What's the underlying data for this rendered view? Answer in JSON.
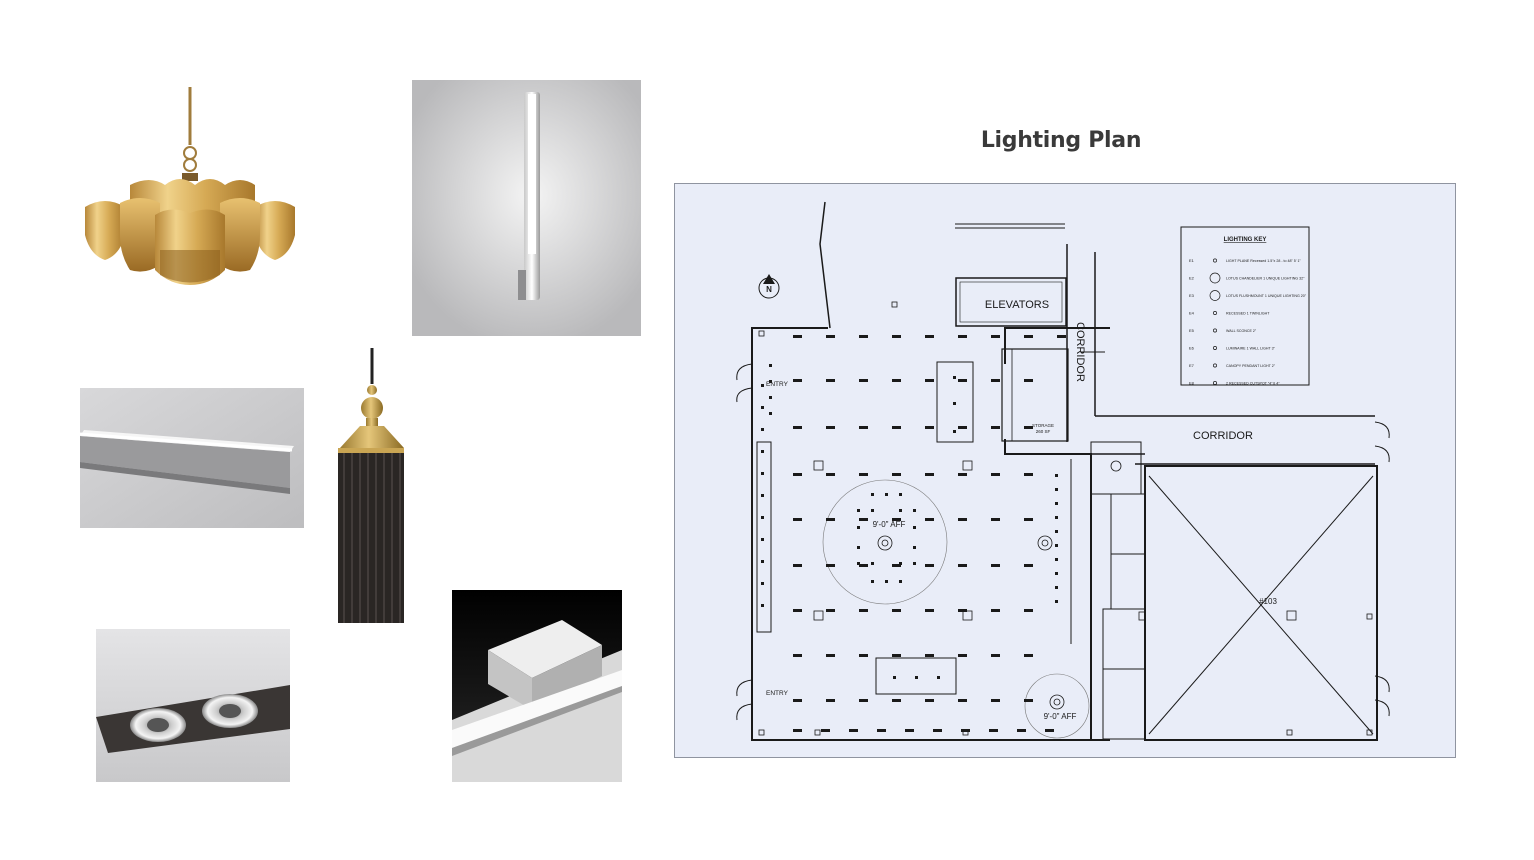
{
  "title": "Lighting Plan",
  "plan": {
    "north_marker": "N",
    "elevators": "ELEVATORS",
    "corridor_vertical": "CORRIDOR",
    "corridor_horizontal": "CORRIDOR",
    "entry_top": "ENTRY",
    "entry_bottom": "ENTRY",
    "storage": "STORAGE",
    "storage_area": "260 SF",
    "aff_center": "9'-0\" AFF",
    "aff_bottom": "9'-0\" AFF",
    "room_number": "#103",
    "lighting_key": {
      "title": "LIGHTING KEY",
      "items": [
        {
          "code": "E1",
          "text": "LIGHT PLANE Recessed 1.5\"x 28 - to 48\" 5' 1\""
        },
        {
          "code": "E2",
          "text": "LOTUS CHANDELIER 1 UNIQUE LIGHTING 32\""
        },
        {
          "code": "E3",
          "text": "LOTUS FLUSHMOUNT 1 UNIQUE LIGHTING 20\""
        },
        {
          "code": "E4",
          "text": "RECESSED 1 TWINLIGHT"
        },
        {
          "code": "E5",
          "text": "WALL SCONCE 2\""
        },
        {
          "code": "E6",
          "text": "LUMINAIRE 1 WALL LIGHT 3\""
        },
        {
          "code": "E7",
          "text": "CANOPY PENDANT LIGHT 2\""
        },
        {
          "code": "E8",
          "text": "2 RECESSED CUTSPOT \"4\" Il 4\""
        }
      ]
    }
  }
}
